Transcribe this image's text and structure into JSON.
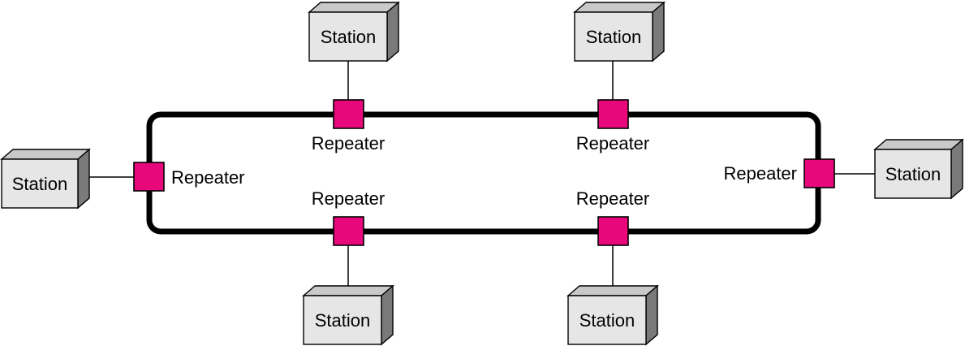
{
  "colors": {
    "repeater_fill": "#e8087c",
    "station_front": "#e6e6e6",
    "station_top": "#c9c9c9",
    "station_side": "#7a7a7a",
    "ring": "#000000"
  },
  "stations": [
    {
      "id": "top-left",
      "label": "Station"
    },
    {
      "id": "top-right",
      "label": "Station"
    },
    {
      "id": "left",
      "label": "Station"
    },
    {
      "id": "right",
      "label": "Station"
    },
    {
      "id": "bottom-left",
      "label": "Station"
    },
    {
      "id": "bottom-right",
      "label": "Station"
    }
  ],
  "repeaters": [
    {
      "id": "top-left",
      "label": "Repeater"
    },
    {
      "id": "top-right",
      "label": "Repeater"
    },
    {
      "id": "left",
      "label": "Repeater"
    },
    {
      "id": "right",
      "label": "Repeater"
    },
    {
      "id": "bottom-left",
      "label": "Repeater"
    },
    {
      "id": "bottom-right",
      "label": "Repeater"
    }
  ]
}
